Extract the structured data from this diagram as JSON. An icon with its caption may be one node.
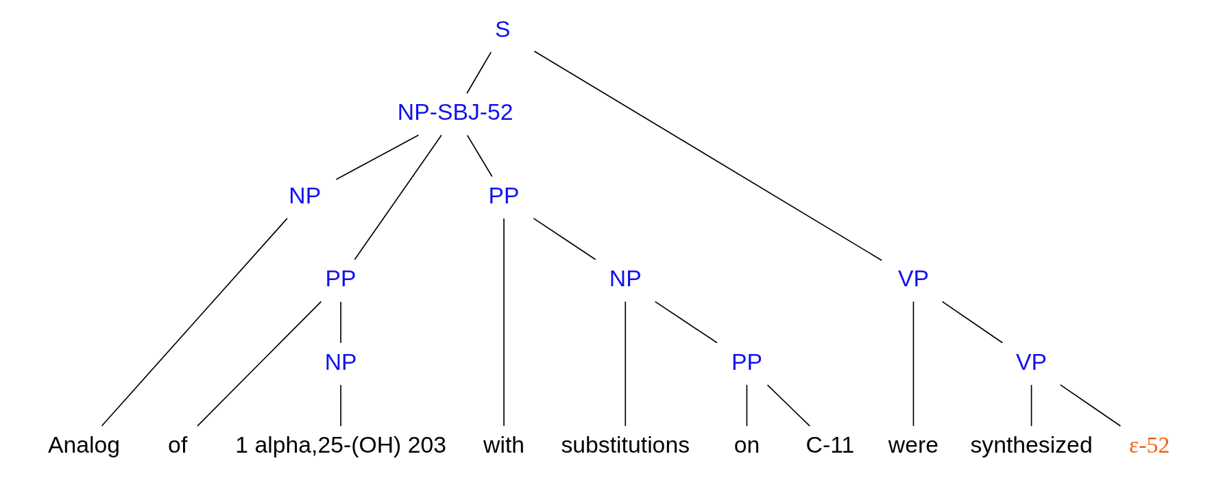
{
  "diagram": {
    "nodes": [
      {
        "text": [
          "S"
        ]
      },
      {
        "text": [
          "NP-SBJ-52"
        ]
      },
      {
        "text": [
          "NP"
        ]
      },
      {
        "text": [
          "PP"
        ]
      },
      {
        "text": [
          "NP"
        ]
      },
      {
        "text": [
          "PP"
        ]
      },
      {
        "text": [
          "NP"
        ]
      },
      {
        "text": [
          "PP"
        ]
      },
      {
        "text": [
          "VP"
        ]
      },
      {
        "text": [
          "VP"
        ]
      },
      {
        "text": [
          "Analog"
        ]
      },
      {
        "text": [
          "of"
        ]
      },
      {
        "text": [
          "1 alpha,25-(OH) 203"
        ]
      },
      {
        "text": [
          "with"
        ]
      },
      {
        "text": [
          "substitutions"
        ]
      },
      {
        "text": [
          "on"
        ]
      },
      {
        "text": [
          "C-11"
        ]
      },
      {
        "text": [
          "were"
        ]
      },
      {
        "text": [
          "synthesized"
        ]
      },
      {
        "text": [
          "ε-52"
        ]
      }
    ],
    "edges": [
      {
        "from": 0,
        "to": 1,
        "arrow": "none"
      },
      {
        "from": 0,
        "to": 8,
        "arrow": "none"
      },
      {
        "from": 1,
        "to": 2,
        "arrow": "none"
      },
      {
        "from": 1,
        "to": 3,
        "arrow": "none"
      },
      {
        "from": 1,
        "to": 5,
        "arrow": "none"
      },
      {
        "from": 2,
        "to": 10,
        "arrow": "none"
      },
      {
        "from": 3,
        "to": 11,
        "arrow": "none"
      },
      {
        "from": 3,
        "to": 4,
        "arrow": "none"
      },
      {
        "from": 4,
        "to": 12,
        "arrow": "none"
      },
      {
        "from": 5,
        "to": 13,
        "arrow": "none"
      },
      {
        "from": 5,
        "to": 6,
        "arrow": "none"
      },
      {
        "from": 6,
        "to": 14,
        "arrow": "none"
      },
      {
        "from": 6,
        "to": 7,
        "arrow": "none"
      },
      {
        "from": 7,
        "to": 15,
        "arrow": "none"
      },
      {
        "from": 7,
        "to": 16,
        "arrow": "none"
      },
      {
        "from": 8,
        "to": 17,
        "arrow": "none"
      },
      {
        "from": 8,
        "to": 9,
        "arrow": "none"
      },
      {
        "from": 9,
        "to": 18,
        "arrow": "none"
      },
      {
        "from": 9,
        "to": 19,
        "arrow": "none"
      }
    ]
  }
}
